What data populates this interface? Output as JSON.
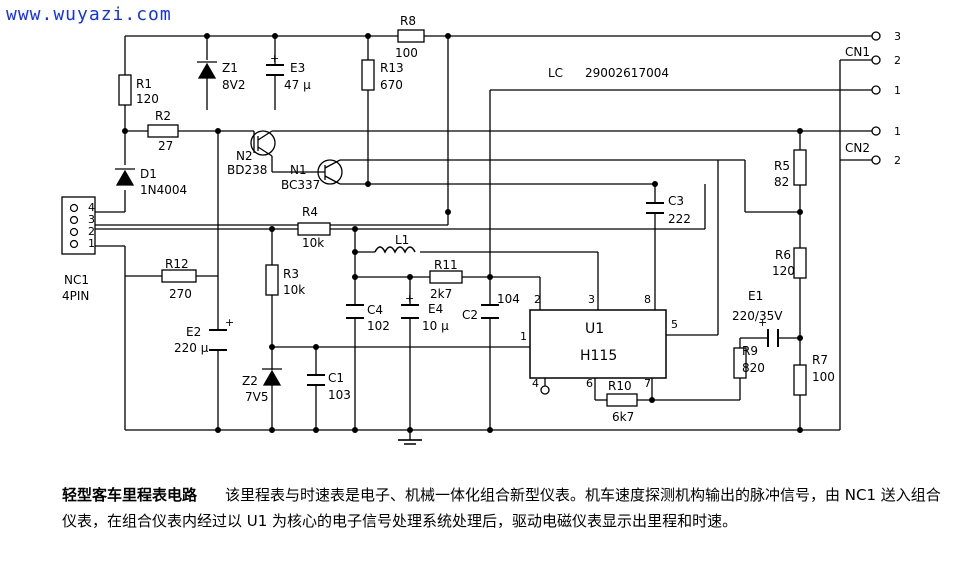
{
  "watermark": "www.wuyazi.com",
  "components": {
    "R1": {
      "ref": "R1",
      "value": "120"
    },
    "R2": {
      "ref": "R2",
      "value": "27"
    },
    "R3": {
      "ref": "R3",
      "value": "10k"
    },
    "R4": {
      "ref": "R4",
      "value": "10k"
    },
    "R5": {
      "ref": "R5",
      "value": "82"
    },
    "R6": {
      "ref": "R6",
      "value": "120"
    },
    "R7": {
      "ref": "R7",
      "value": "100"
    },
    "R8": {
      "ref": "R8",
      "value": "100"
    },
    "R9": {
      "ref": "R9",
      "value": "820"
    },
    "R10": {
      "ref": "R10",
      "value": "6k7"
    },
    "R11": {
      "ref": "R11",
      "value": "2k7"
    },
    "R12": {
      "ref": "R12",
      "value": "270"
    },
    "R13": {
      "ref": "R13",
      "value": "670"
    },
    "C1": {
      "ref": "C1",
      "value": "103"
    },
    "C2": {
      "ref": "C2",
      "value": "104"
    },
    "C3": {
      "ref": "C3",
      "value": "222"
    },
    "C4": {
      "ref": "C4",
      "value": "102"
    },
    "E1": {
      "ref": "E1",
      "value": "220/35V"
    },
    "E2": {
      "ref": "E2",
      "value": "220 μ"
    },
    "E3": {
      "ref": "E3",
      "value": "47 μ"
    },
    "E4": {
      "ref": "E4",
      "value": "10 μ"
    },
    "Z1": {
      "ref": "Z1",
      "value": "8V2"
    },
    "Z2": {
      "ref": "Z2",
      "value": "7V5"
    },
    "D1": {
      "ref": "D1",
      "value": "1N4004"
    },
    "N1": {
      "ref": "N1",
      "value": "BC337"
    },
    "N2": {
      "ref": "N2",
      "value": "BD238"
    },
    "L1": {
      "ref": "L1"
    },
    "U1": {
      "ref": "U1",
      "value": "H115"
    },
    "LC": {
      "ref": "LC",
      "value": "29002617004"
    },
    "NC1": {
      "ref": "NC1",
      "value": "4PIN"
    },
    "CN1": {
      "ref": "CN1"
    },
    "CN2": {
      "ref": "CN2"
    }
  },
  "pins": {
    "nc1": [
      "4",
      "3",
      "2",
      "1"
    ],
    "u1": [
      "1",
      "2",
      "3",
      "4",
      "5",
      "6",
      "7",
      "8"
    ],
    "cn1": [
      "3",
      "2",
      "1"
    ],
    "cn2": [
      "1",
      "2"
    ]
  },
  "polarity": "+",
  "caption": {
    "title": "轻型客车里程表电路",
    "body": "该里程表与时速表是电子、机械一体化组合新型仪表。机车速度探测机构输出的脉冲信号，由 NC1 送入组合仪表，在组合仪表内经过以 U1 为核心的电子信号处理系统处理后，驱动电磁仪表显示出里程和时速。"
  }
}
